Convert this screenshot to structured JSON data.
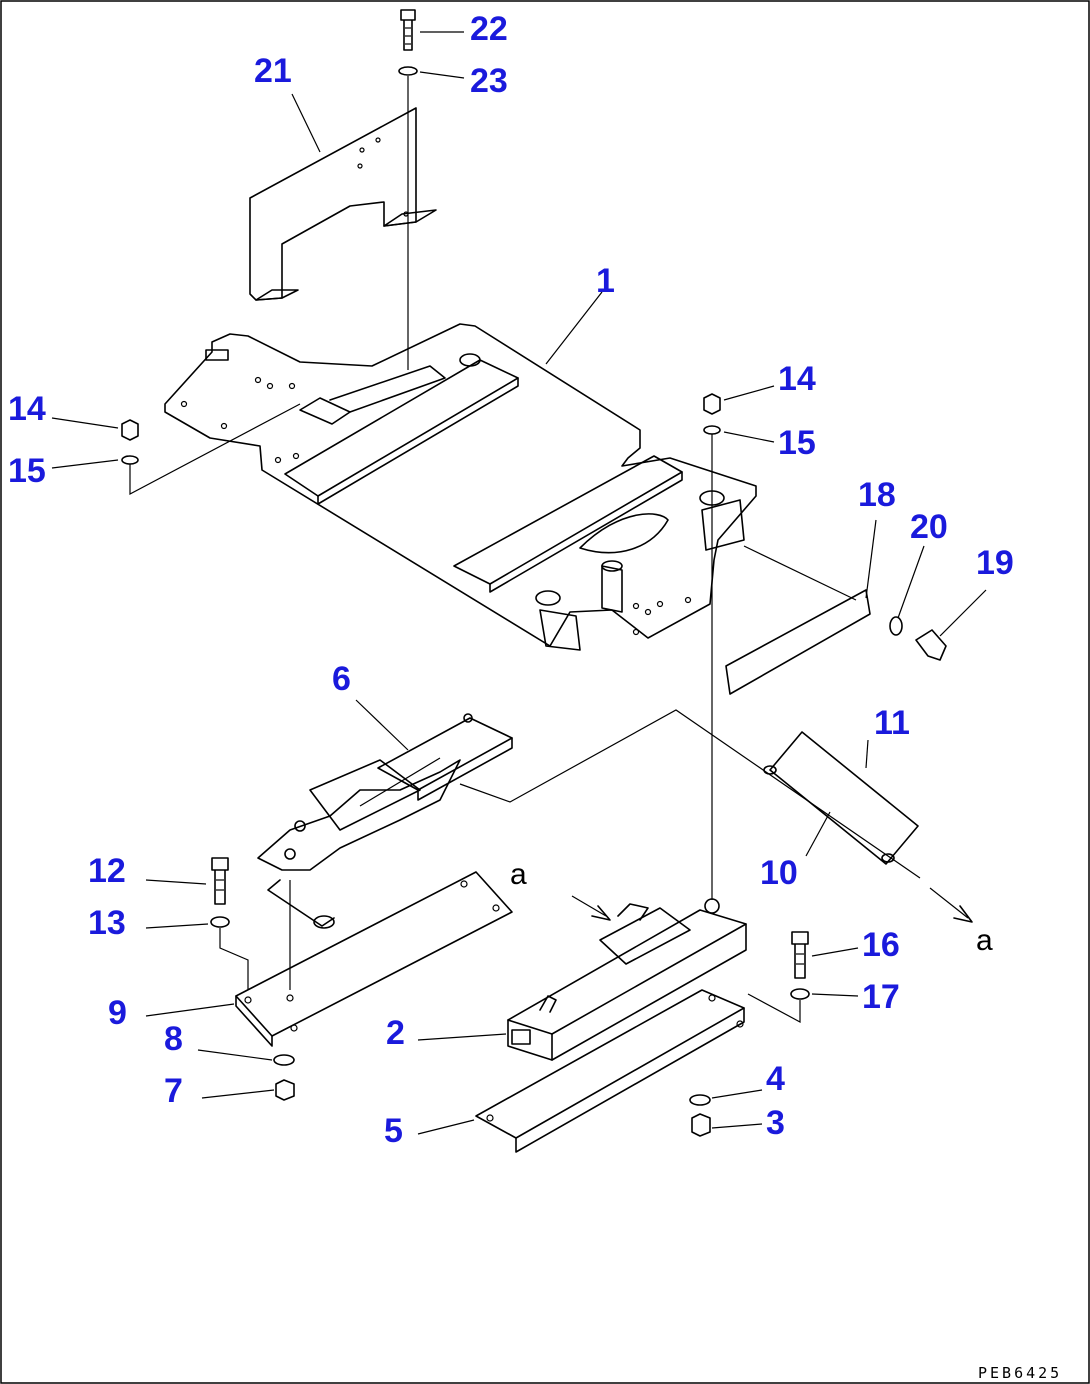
{
  "drawing": {
    "code": "PEB6425"
  },
  "callouts": [
    {
      "id": "c22",
      "label": "22"
    },
    {
      "id": "c23",
      "label": "23"
    },
    {
      "id": "c21",
      "label": "21"
    },
    {
      "id": "c1",
      "label": "1"
    },
    {
      "id": "c14a",
      "label": "14"
    },
    {
      "id": "c15a",
      "label": "15"
    },
    {
      "id": "c14b",
      "label": "14"
    },
    {
      "id": "c15b",
      "label": "15"
    },
    {
      "id": "c18",
      "label": "18"
    },
    {
      "id": "c20",
      "label": "20"
    },
    {
      "id": "c19",
      "label": "19"
    },
    {
      "id": "c6",
      "label": "6"
    },
    {
      "id": "c11",
      "label": "11"
    },
    {
      "id": "c10",
      "label": "10"
    },
    {
      "id": "c12",
      "label": "12"
    },
    {
      "id": "c13",
      "label": "13"
    },
    {
      "id": "c9",
      "label": "9"
    },
    {
      "id": "c8",
      "label": "8"
    },
    {
      "id": "c7",
      "label": "7"
    },
    {
      "id": "c2",
      "label": "2"
    },
    {
      "id": "c5",
      "label": "5"
    },
    {
      "id": "c16",
      "label": "16"
    },
    {
      "id": "c17",
      "label": "17"
    },
    {
      "id": "c4",
      "label": "4"
    },
    {
      "id": "c3",
      "label": "3"
    }
  ],
  "references": [
    {
      "id": "ra1",
      "label": "a"
    },
    {
      "id": "ra2",
      "label": "a"
    }
  ]
}
